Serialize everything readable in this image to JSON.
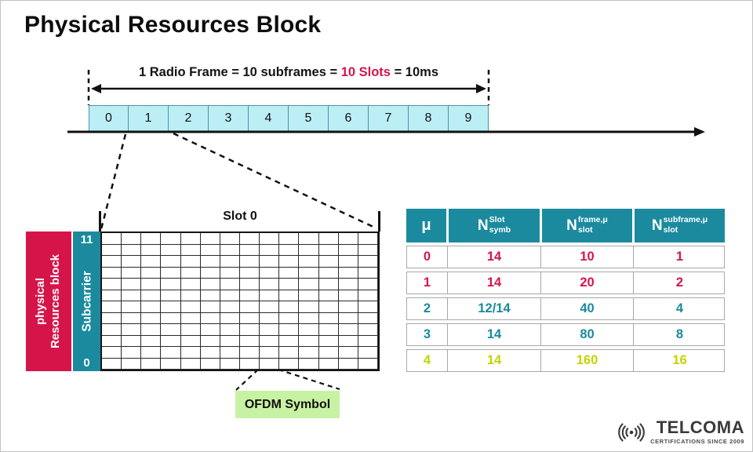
{
  "page": {
    "title": "Physical Resources Block"
  },
  "colors": {
    "crimson": "#d5154a",
    "teal": "#1b8a9e",
    "subframe_fill": "#bceef6",
    "ofdm_green": "#c8f2a3",
    "yellow_green": "#c3d400",
    "line_black": "#111111"
  },
  "radio_frame": {
    "label_prefix": "1 Radio Frame = 10 subframes = ",
    "label_highlight": "10 Slots",
    "label_suffix": " = 10ms",
    "subframes": [
      "0",
      "1",
      "2",
      "3",
      "4",
      "5",
      "6",
      "7",
      "8",
      "9"
    ]
  },
  "resource_grid": {
    "slot_label": "Slot 0",
    "rows": 12,
    "cols": 14,
    "subcarrier_top": "11",
    "subcarrier_bottom": "0",
    "subcarrier_label": "Subcarrier",
    "prb_label_line1": "physical",
    "prb_label_line2": "Resources block",
    "ofdm_label": "OFDM Symbol"
  },
  "slot_table": {
    "header": [
      {
        "type": "plain",
        "label": "μ"
      },
      {
        "type": "nsym",
        "base": "N",
        "sup": "Slot",
        "sub": "symb"
      },
      {
        "type": "nsym",
        "base": "N",
        "sup": "frame,μ",
        "sub": "slot"
      },
      {
        "type": "nsym",
        "base": "N",
        "sup": "subframe,μ",
        "sub": "slot"
      }
    ],
    "rows": [
      {
        "cells": [
          "0",
          "14",
          "10",
          "1"
        ],
        "color": "#d5154a"
      },
      {
        "cells": [
          "1",
          "14",
          "20",
          "2"
        ],
        "color": "#d5154a"
      },
      {
        "cells": [
          "2",
          "12/14",
          "40",
          "4"
        ],
        "color": "#1b8a9e"
      },
      {
        "cells": [
          "3",
          "14",
          "80",
          "8"
        ],
        "color": "#1b8a9e"
      },
      {
        "cells": [
          "4",
          "14",
          "160",
          "16"
        ],
        "color": "#c3d400"
      }
    ]
  },
  "footer": {
    "brand": "TELCOMA",
    "tagline": "CERTIFICATIONS SINCE 2009"
  }
}
